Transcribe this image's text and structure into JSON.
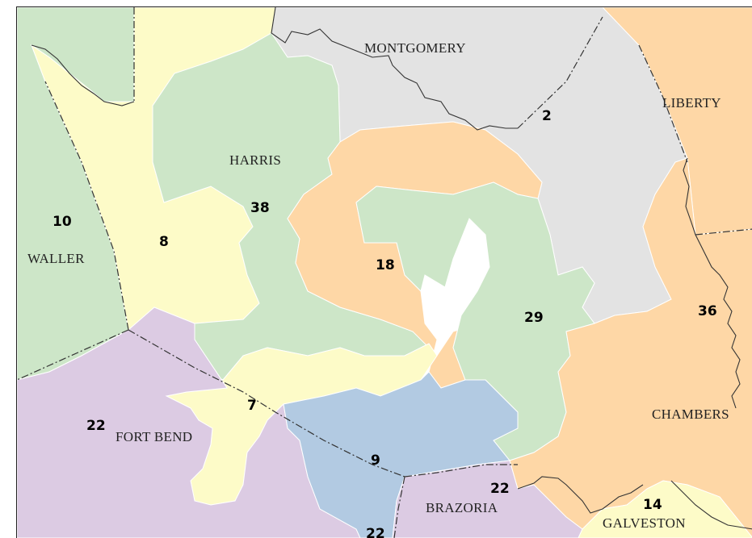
{
  "colors": {
    "green": "#cde6c8",
    "yellow": "#fdfbc8",
    "gray": "#e3e3e3",
    "orange": "#fed7a6",
    "purple": "#dccbe3",
    "blue": "#b2cae2",
    "border": "#333333"
  },
  "counties": [
    {
      "name": "MONTGOMERY"
    },
    {
      "name": "LIBERTY"
    },
    {
      "name": "HARRIS"
    },
    {
      "name": "WALLER"
    },
    {
      "name": "CHAMBERS"
    },
    {
      "name": "FORT BEND"
    },
    {
      "name": "BRAZORIA"
    },
    {
      "name": "GALVESTON"
    }
  ],
  "districts": [
    {
      "number": "2"
    },
    {
      "number": "10"
    },
    {
      "number": "8"
    },
    {
      "number": "38"
    },
    {
      "number": "18"
    },
    {
      "number": "29"
    },
    {
      "number": "36"
    },
    {
      "number": "7"
    },
    {
      "number": "22"
    },
    {
      "number": "9"
    },
    {
      "number": "22"
    },
    {
      "number": "14"
    },
    {
      "number": "22"
    }
  ]
}
